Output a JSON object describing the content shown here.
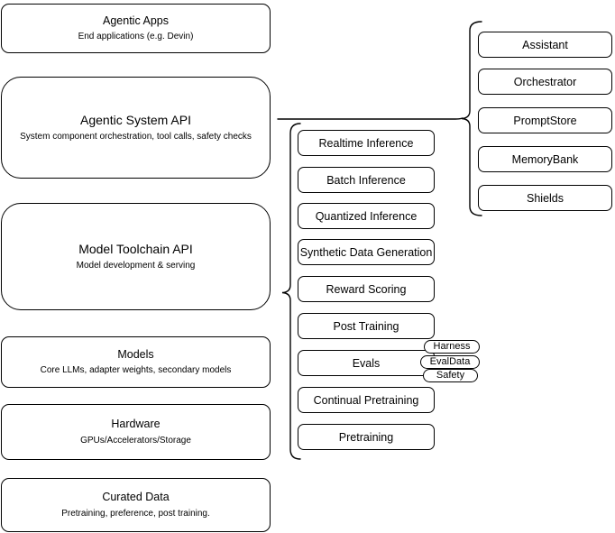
{
  "diagram": {
    "stack_layers": [
      {
        "title": "Agentic Apps",
        "subtitle": "End applications (e.g. Devin)"
      },
      {
        "title": "Agentic System API",
        "subtitle": "System component orchestration, tool calls, safety checks"
      },
      {
        "title": "Model Toolchain API",
        "subtitle": "Model development & serving"
      },
      {
        "title": "Models",
        "subtitle": "Core LLMs, adapter weights, secondary models"
      },
      {
        "title": "Hardware",
        "subtitle": "GPUs/Accelerators/Storage"
      },
      {
        "title": "Curated Data",
        "subtitle": "Pretraining, preference, post training."
      }
    ],
    "model_toolchain": {
      "components": [
        "Realtime Inference",
        "Batch Inference",
        "Quantized Inference",
        "Synthetic Data Generation",
        "Reward Scoring",
        "Post Training",
        "Evals",
        "Continual Pretraining",
        "Pretraining"
      ],
      "evals_tags": [
        "Harness",
        "EvalData",
        "Safety"
      ]
    },
    "agentic_system": {
      "components": [
        "Assistant",
        "Orchestrator",
        "PromptStore",
        "MemoryBank",
        "Shields"
      ]
    },
    "colors": {
      "stroke": "#000000",
      "fill": "#ffffff",
      "text": "#000000"
    }
  }
}
